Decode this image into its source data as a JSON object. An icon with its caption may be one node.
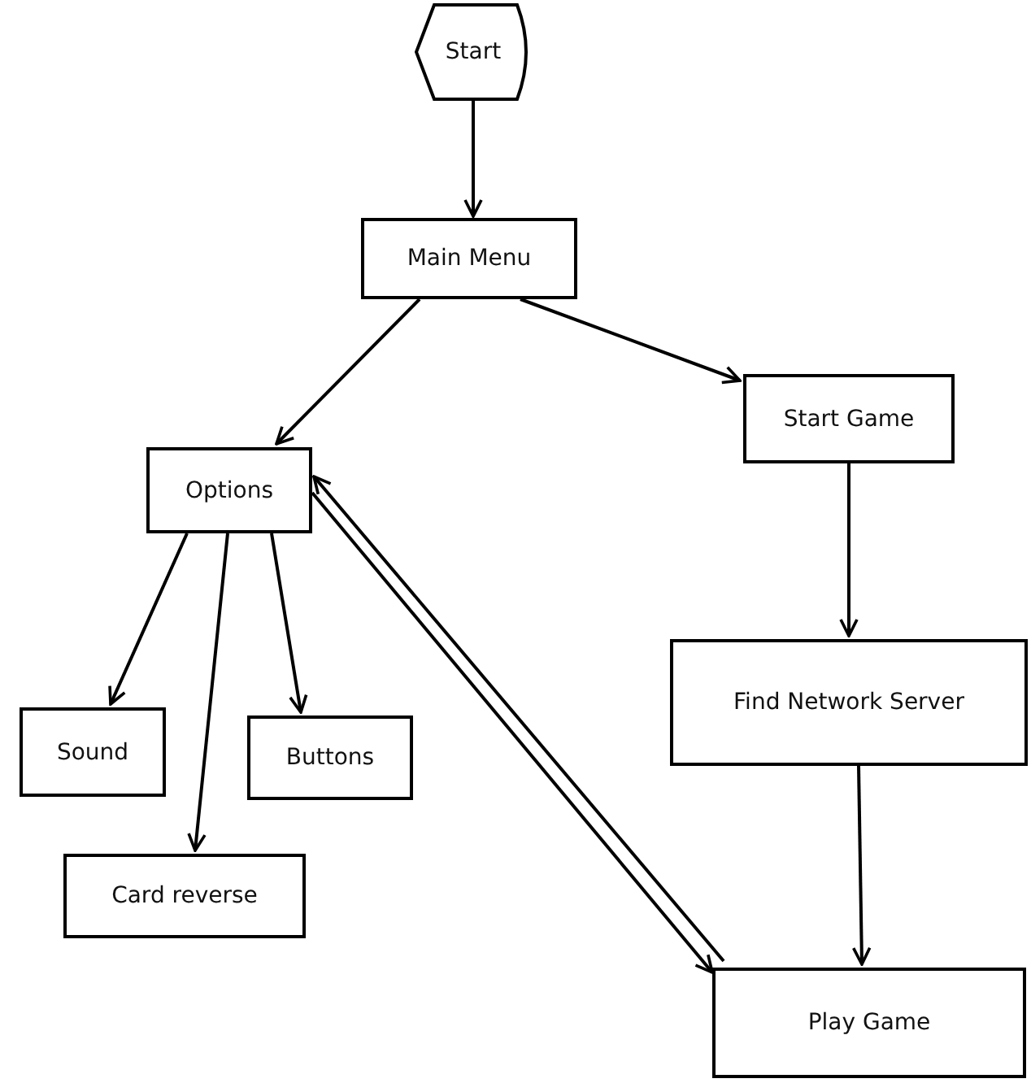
{
  "diagram": {
    "nodes": [
      {
        "text": [
          "Start"
        ]
      },
      {
        "text": [
          "Main Menu"
        ]
      },
      {
        "text": [
          "Options"
        ]
      },
      {
        "text": [
          "Start Game"
        ]
      },
      {
        "text": [
          "Sound"
        ]
      },
      {
        "text": [
          "Buttons"
        ]
      },
      {
        "text": [
          "Find Network Server"
        ]
      },
      {
        "text": [
          "Card reverse"
        ]
      },
      {
        "text": [
          "Play Game"
        ]
      }
    ],
    "edges": [
      {
        "from": 0,
        "to": 1,
        "arrow": "to"
      },
      {
        "from": 1,
        "to": 2,
        "arrow": "to"
      },
      {
        "from": 1,
        "to": 3,
        "arrow": "to"
      },
      {
        "from": 2,
        "to": 4,
        "arrow": "to"
      },
      {
        "from": 2,
        "to": 7,
        "arrow": "to"
      },
      {
        "from": 2,
        "to": 5,
        "arrow": "to"
      },
      {
        "from": 3,
        "to": 6,
        "arrow": "to"
      },
      {
        "from": 6,
        "to": 8,
        "arrow": "to"
      },
      {
        "from": 2,
        "to": 8,
        "arrow": "to"
      },
      {
        "from": 8,
        "to": 2,
        "arrow": "to"
      }
    ]
  }
}
